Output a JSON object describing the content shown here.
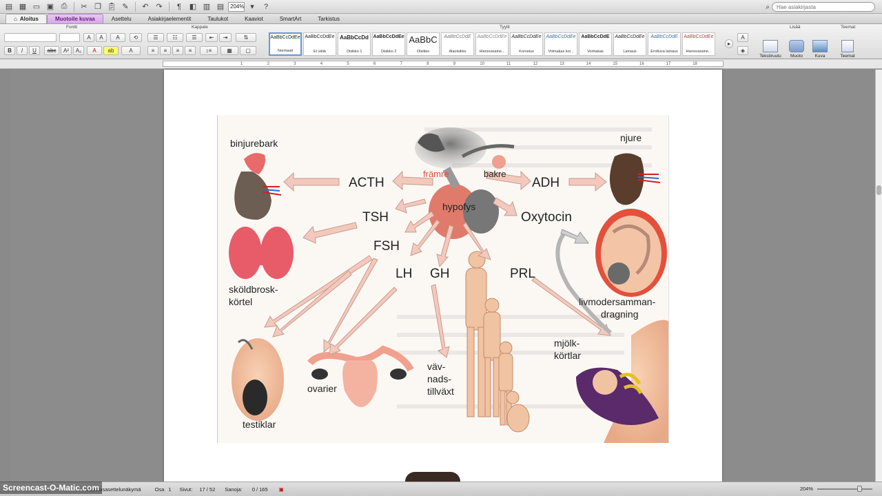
{
  "toolbar": {
    "zoom_value": "204%",
    "search_placeholder": "Hae asiakirjasta"
  },
  "tabs": [
    {
      "label": "Aloitus"
    },
    {
      "label": "Muotoile kuvaa"
    },
    {
      "label": "Asettelu"
    },
    {
      "label": "Asiakirjaelementit"
    },
    {
      "label": "Taulukot"
    },
    {
      "label": "Kaaviot"
    },
    {
      "label": "SmartArt"
    },
    {
      "label": "Tarkistus"
    }
  ],
  "ribbon": {
    "group_font": "Fontti",
    "group_paragraph": "Kappale",
    "group_styles": "Tyylit",
    "group_insert": "Lisää",
    "group_themes": "Teemat",
    "styles": [
      {
        "sample": "AaBbCcDdEe",
        "name": "Normaali"
      },
      {
        "sample": "AaBbCcDdEe",
        "name": "Ei väliä"
      },
      {
        "sample": "AaBbCcDd",
        "name": "Otsikko 1"
      },
      {
        "sample": "AaBbCcDdEe",
        "name": "Otsikko 2"
      },
      {
        "sample": "AaBbC",
        "name": "Otsikko"
      },
      {
        "sample": "AaBbCcDdE",
        "name": "Alaotsikko"
      },
      {
        "sample": "AaBbCcDdEe",
        "name": "Hienovaraine..."
      },
      {
        "sample": "AaBbCcDdEe",
        "name": "Korostus"
      },
      {
        "sample": "AaBbCcDdEe",
        "name": "Voimakas kor..."
      },
      {
        "sample": "AaBbCcDdE",
        "name": "Voimakas"
      },
      {
        "sample": "AaBbCcDdEe",
        "name": "Lainaus"
      },
      {
        "sample": "AaBbCcDdE",
        "name": "Erottuva lainaus"
      },
      {
        "sample": "AaBbCcDdEe",
        "name": "Hienovaraine..."
      }
    ],
    "insert_buttons": [
      "Tekstiruutu",
      "Muoto",
      "Kuva"
    ],
    "themes_button": "Teemat"
  },
  "ruler_numbers": [
    "1",
    "2",
    "3",
    "4",
    "5",
    "6",
    "7",
    "8",
    "9",
    "10",
    "11",
    "12",
    "13",
    "14",
    "15",
    "16",
    "17",
    "18"
  ],
  "figure": {
    "labels": {
      "binjurebark": "binjurebark",
      "njure": "njure",
      "framre": "främre",
      "bakre": "bakre",
      "acth": "ACTH",
      "adh": "ADH",
      "hypofys": "hypofys",
      "tsh": "TSH",
      "oxytocin": "Oxytocin",
      "fsh": "FSH",
      "lh": "LH",
      "gh": "GH",
      "prl": "PRL",
      "skoldbrosk1": "sköldbrosk-",
      "skoldbrosk2": "körtel",
      "livmoder1": "livmodersamman-",
      "livmoder2": "dragning",
      "mjolk1": "mjölk-",
      "mjolk2": "körtlar",
      "vav1": "väv-",
      "vav2": "nads-",
      "vav3": "tillväxt",
      "ovarier": "ovarier",
      "testiklar": "testiklar"
    }
  },
  "status": {
    "brand": "Screencast-O-Matic.com",
    "view": "Tulostusasettelunäkymä",
    "section_label": "Osa",
    "section_value": "1",
    "pages_label": "Sivut:",
    "pages_value": "17 / 52",
    "words_label": "Sanoja:",
    "words_value": "0 / 165",
    "zoom": "204%"
  }
}
